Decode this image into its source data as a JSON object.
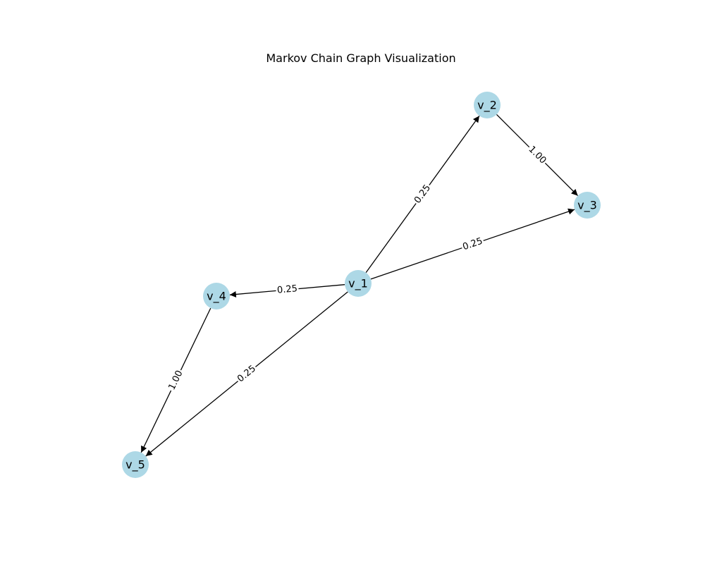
{
  "title": "Markov Chain Graph Visualization",
  "colors": {
    "node_fill": "#add8e6",
    "edge": "#000000",
    "background": "#ffffff"
  },
  "nodes": [
    {
      "id": "v1",
      "label": "v_1"
    },
    {
      "id": "v2",
      "label": "v_2"
    },
    {
      "id": "v3",
      "label": "v_3"
    },
    {
      "id": "v4",
      "label": "v_4"
    },
    {
      "id": "v5",
      "label": "v_5"
    }
  ],
  "edges": [
    {
      "from": "v1",
      "to": "v2",
      "label": "0.25"
    },
    {
      "from": "v1",
      "to": "v3",
      "label": "0.25"
    },
    {
      "from": "v1",
      "to": "v4",
      "label": "0.25"
    },
    {
      "from": "v1",
      "to": "v5",
      "label": "0.25"
    },
    {
      "from": "v2",
      "to": "v3",
      "label": "1.00"
    },
    {
      "from": "v4",
      "to": "v5",
      "label": "1.00"
    }
  ]
}
